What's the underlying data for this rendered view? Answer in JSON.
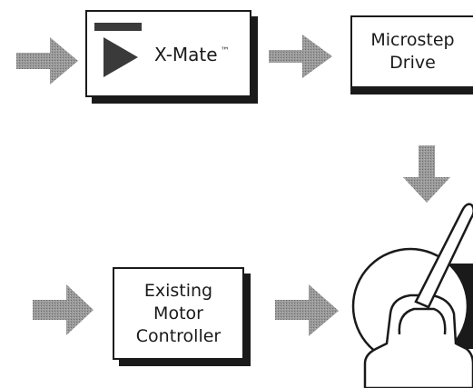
{
  "diagram": {
    "nodes": [
      {
        "id": "xmate",
        "label": "X-Mate",
        "trademark": "™"
      },
      {
        "id": "microstep",
        "label_lines": [
          "Microstep",
          "Drive"
        ]
      },
      {
        "id": "existing",
        "label_lines": [
          "Existing",
          "Motor",
          "Controller"
        ]
      },
      {
        "id": "motor",
        "icon": "motor-with-joystick-icon"
      }
    ],
    "edges": [
      {
        "from": "input",
        "to": "xmate"
      },
      {
        "from": "xmate",
        "to": "microstep"
      },
      {
        "from": "microstep",
        "to": "motor"
      },
      {
        "from": "input",
        "to": "existing"
      },
      {
        "from": "existing",
        "to": "motor"
      }
    ]
  },
  "colors": {
    "ink": "#1a1a1a",
    "arrow_fill": "#8a8a8a",
    "logo": "#3a3a3a"
  }
}
